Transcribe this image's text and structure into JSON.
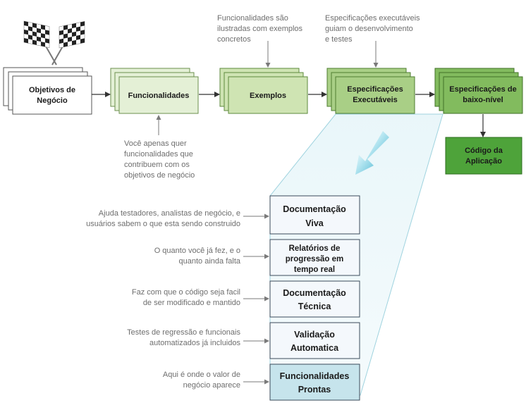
{
  "pipeline": {
    "objetivos": [
      "Objetivos de",
      "Negócio"
    ],
    "funcionalidades": "Funcionalidades",
    "exemplos": "Exemplos",
    "especificacoes_exec": [
      "Especificações",
      "Executáveis"
    ],
    "especificacoes_baixo": [
      "Especificações de",
      "baixo-nível"
    ],
    "codigo": [
      "Código da",
      "Aplicação"
    ]
  },
  "notes": {
    "exemplos": [
      "Funcionalidades são",
      "ilustradas com exemplos",
      "concretos"
    ],
    "especificacoes": [
      "Especificações executáveis",
      "guiam o desenvolvimento",
      "e testes"
    ],
    "funcionalidades": [
      "Você apenas quer",
      "funcionalidades que",
      "contribuem com os",
      "objetivos de negócio"
    ]
  },
  "results": [
    {
      "label": [
        "Documentação",
        "Viva"
      ],
      "note": [
        "Ajuda testadores, analistas de negócio, e",
        "usuários sabem o que esta sendo construido"
      ]
    },
    {
      "label": [
        "Relatórios de",
        "progressão em",
        "tempo real"
      ],
      "note": [
        "O quanto você já fez, e o",
        "quanto ainda falta"
      ]
    },
    {
      "label": [
        "Documentação",
        "Técnica"
      ],
      "note": [
        "Faz com que o código seja facil",
        "de ser modificado e mantido"
      ]
    },
    {
      "label": [
        "Validação",
        "Automatica"
      ],
      "note": [
        "Testes de regressão e funcionais",
        "automatizados já incluidos"
      ]
    },
    {
      "label": [
        "Funcionalidades",
        "Prontas"
      ],
      "note": [
        "Aqui é onde o valor de",
        "negócio aparece"
      ]
    }
  ],
  "colors": {
    "stage1": "#ffffff",
    "stage2": "#e4f0d6",
    "stage3": "#cfe4b3",
    "stage4": "#a9cf86",
    "stage5": "#82bb5e",
    "codigo": "#4ea33a",
    "result": "#f4f8fc",
    "result_highlight": "#c6e4ec",
    "note_text": "#6e6e6e",
    "arrow": "#333333",
    "cone": "#dff3f7"
  }
}
